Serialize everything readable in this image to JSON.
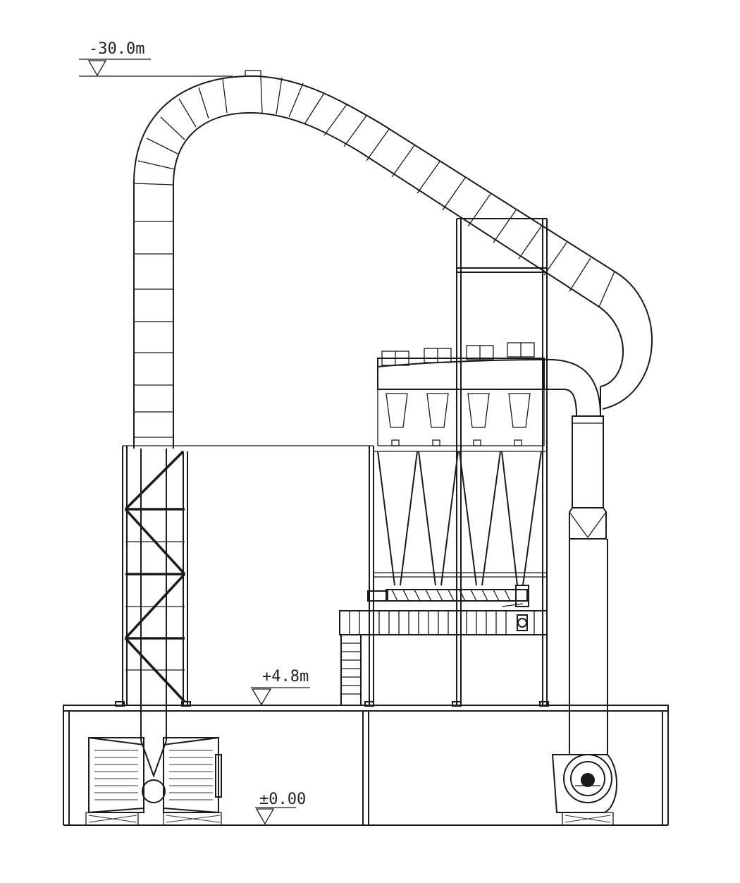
{
  "drawing": {
    "elevation_top": "-30.0m",
    "elevation_platform": "+4.8m",
    "elevation_ground": "±0.00"
  },
  "colors": {
    "line": "#1a1a1a",
    "background": "#ffffff"
  }
}
